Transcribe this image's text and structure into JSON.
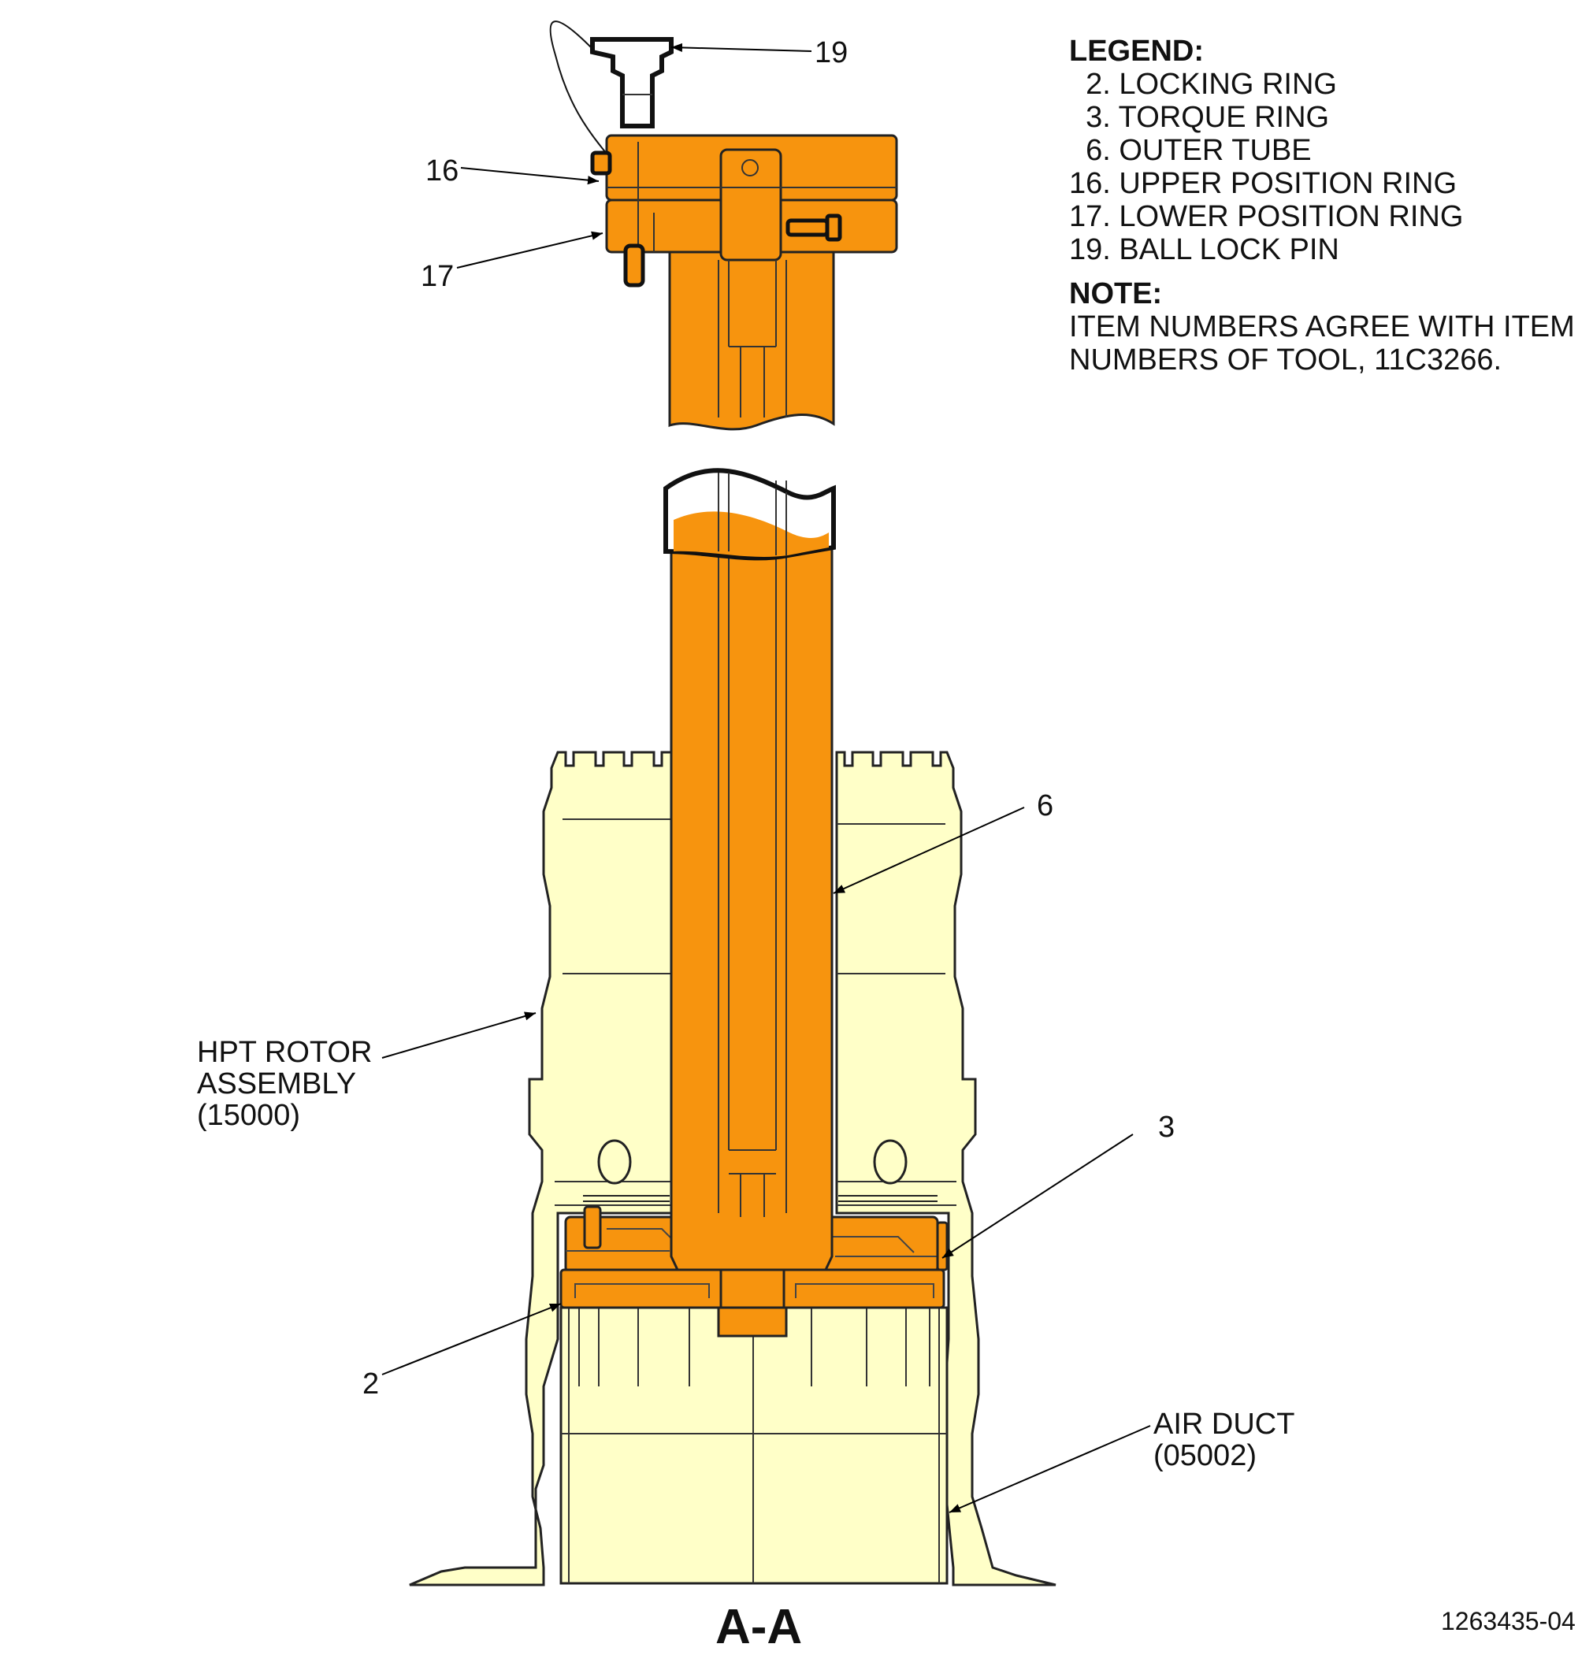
{
  "legend": {
    "title": "LEGEND:",
    "items": [
      "  2. LOCKING RING",
      "  3. TORQUE RING",
      "  6. OUTER TUBE",
      "16. UPPER POSITION RING",
      "17. LOWER POSITION RING",
      "19. BALL LOCK PIN"
    ]
  },
  "note": {
    "title": "NOTE:",
    "lines": [
      "ITEM NUMBERS AGREE WITH ITEM",
      "NUMBERS OF TOOL, 11C3266."
    ]
  },
  "callouts": {
    "c19": "19",
    "c16": "16",
    "c17": "17",
    "c6": "6",
    "c3": "3",
    "c2": "2"
  },
  "hpt_rotor": [
    "HPT ROTOR",
    "ASSEMBLY",
    "(15000)"
  ],
  "air_duct": [
    "AIR DUCT",
    "(05002)"
  ],
  "view_label": "A-A",
  "drawing_number": "1263435-04",
  "colors": {
    "tool_orange": "#F7940E",
    "rotor_yellow": "#FFFFC8",
    "line": "#1a1a1a"
  }
}
